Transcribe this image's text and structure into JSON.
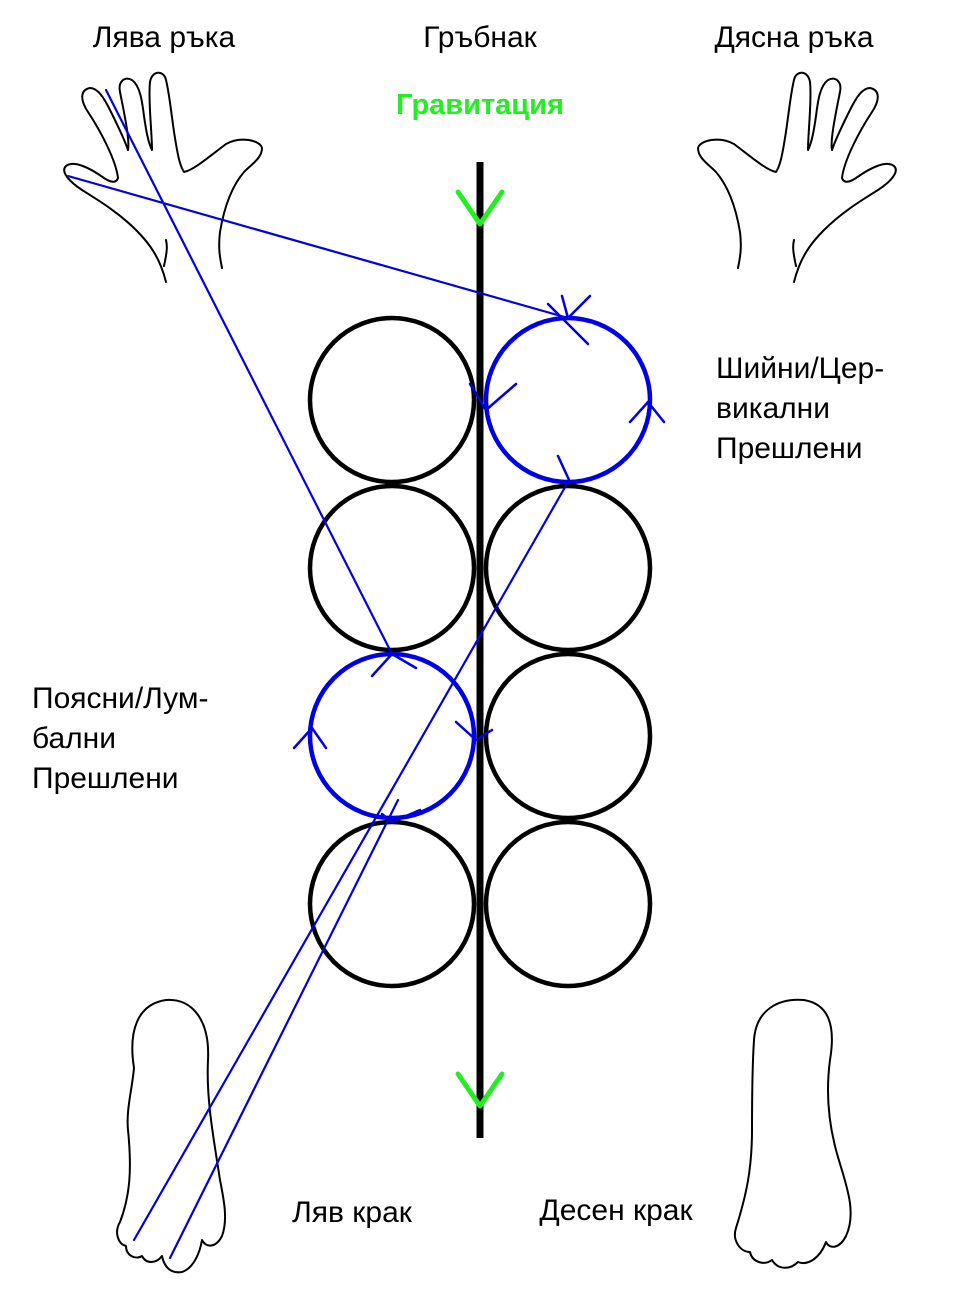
{
  "labels": {
    "left_hand": "Лява ръка",
    "spine": "Гръбнак",
    "right_hand": "Дясна ръка",
    "gravity": "Гравитация",
    "cervical": [
      "Шийни/Цер-",
      "викални",
      "Прешлени"
    ],
    "lumbar": [
      "Поясни/Лум-",
      "бални",
      "Прешлени"
    ],
    "left_foot": "Ляв крак",
    "right_foot": "Десен крак"
  },
  "colors": {
    "ink": "#000000",
    "highlight": "#0000e6",
    "gravity": "#22ee22"
  }
}
